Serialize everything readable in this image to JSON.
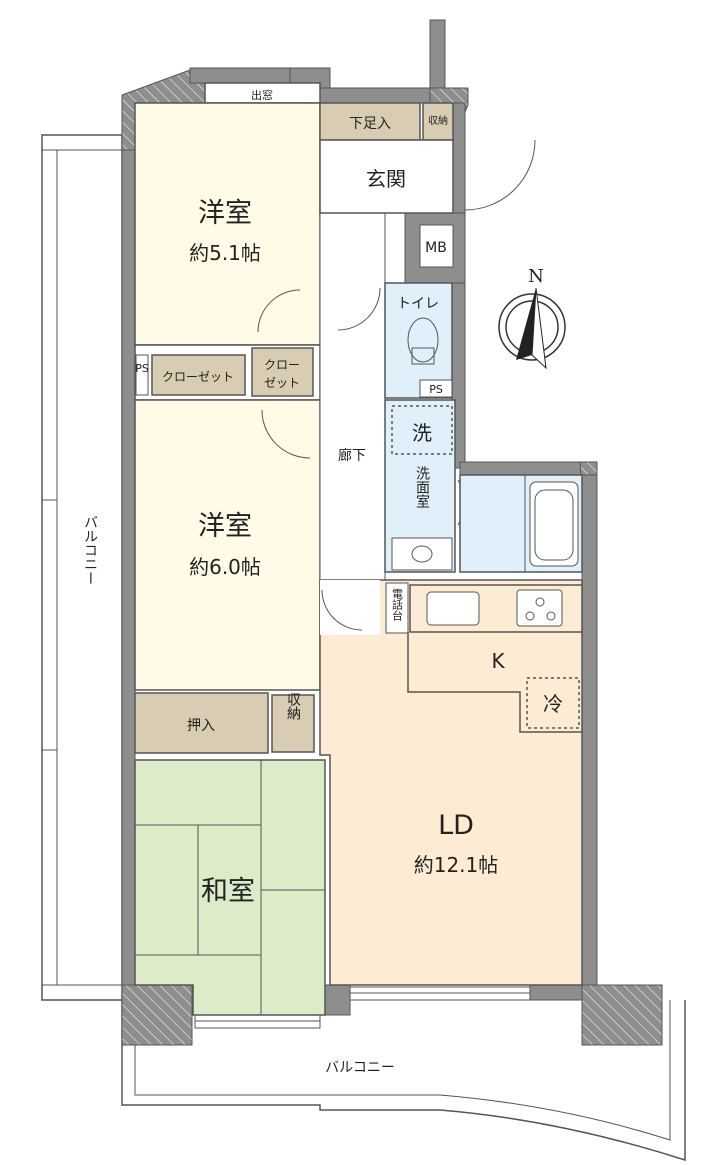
{
  "floor_plan": {
    "rooms": {
      "western1": {
        "name": "洋室",
        "size": "約5.1帖"
      },
      "western2": {
        "name": "洋室",
        "size": "約6.0帖"
      },
      "japanese": {
        "name": "和室"
      },
      "ld": {
        "name": "LD",
        "size": "約12.1帖"
      },
      "kitchen": {
        "name": "K"
      },
      "entrance": {
        "name": "玄関"
      },
      "hallway": {
        "name": "廊下"
      },
      "toilet": {
        "name": "トイレ"
      },
      "washroom": {
        "name": "洗面室"
      }
    },
    "labels": {
      "bay_window": "出窓",
      "shoe_storage": "下足入",
      "storage_entrance": "収納",
      "mb": "MB",
      "ps_left": "PS",
      "ps_toilet": "PS",
      "closet_large": "クローゼット",
      "closet_small": "クロー\nゼット",
      "closet_small_line1": "クロー",
      "closet_small_line2": "ゼット",
      "oshiire": "押入",
      "storage_hall": "収納",
      "washer": "洗",
      "phone_stand": "電話台",
      "fridge": "冷",
      "balcony_left": "バルコニー",
      "balcony_bottom": "バルコニー",
      "north": "N"
    },
    "colors": {
      "wall": "#8e8e8e",
      "western_room": "#fffbe6",
      "storage": "#d8ccb2",
      "tatami": "#dcecc8",
      "living": "#fdebd4",
      "wet_area": "#dff0fb"
    }
  }
}
